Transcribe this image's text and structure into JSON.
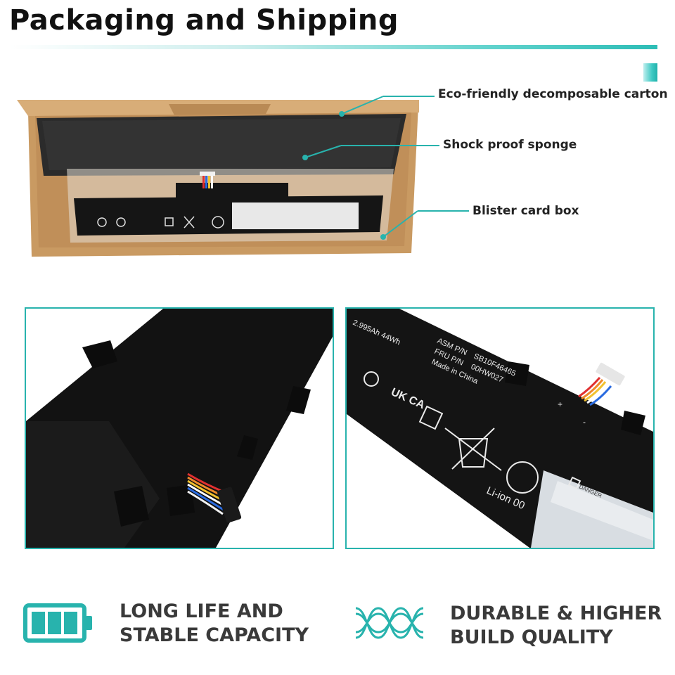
{
  "page": {
    "title": "Packaging and Shipping"
  },
  "callouts": [
    {
      "label": "Eco-friendly decomposable carton"
    },
    {
      "label": "Shock proof sponge"
    },
    {
      "label": "Blister card box"
    }
  ],
  "features": [
    {
      "icon": "battery-icon",
      "lines": [
        "LONG LIFE AND",
        "STABLE CAPACITY"
      ]
    },
    {
      "icon": "braided-cable-icon",
      "lines": [
        "DURABLE & HIGHER",
        "BUILD QUALITY"
      ]
    }
  ],
  "battery_label": {
    "chemistry": "Li-ion 00",
    "asm_pn": "ASM P/N",
    "fru_pn": "FRU P/N",
    "made_in": "Made in China",
    "part_number": "SB10F46465",
    "fru_number": "00HW027",
    "rating": "2.995Ah 44Wh",
    "ukca": "UK CA",
    "danger": "DANGER",
    "plus": "+",
    "minus": "-"
  },
  "colors": {
    "accent": "#28b3ad",
    "title": "#111111",
    "feature_text": "#3a3a3a",
    "carton": "#c99a62",
    "sponge": "#2b2b2b",
    "battery": "#141414"
  }
}
